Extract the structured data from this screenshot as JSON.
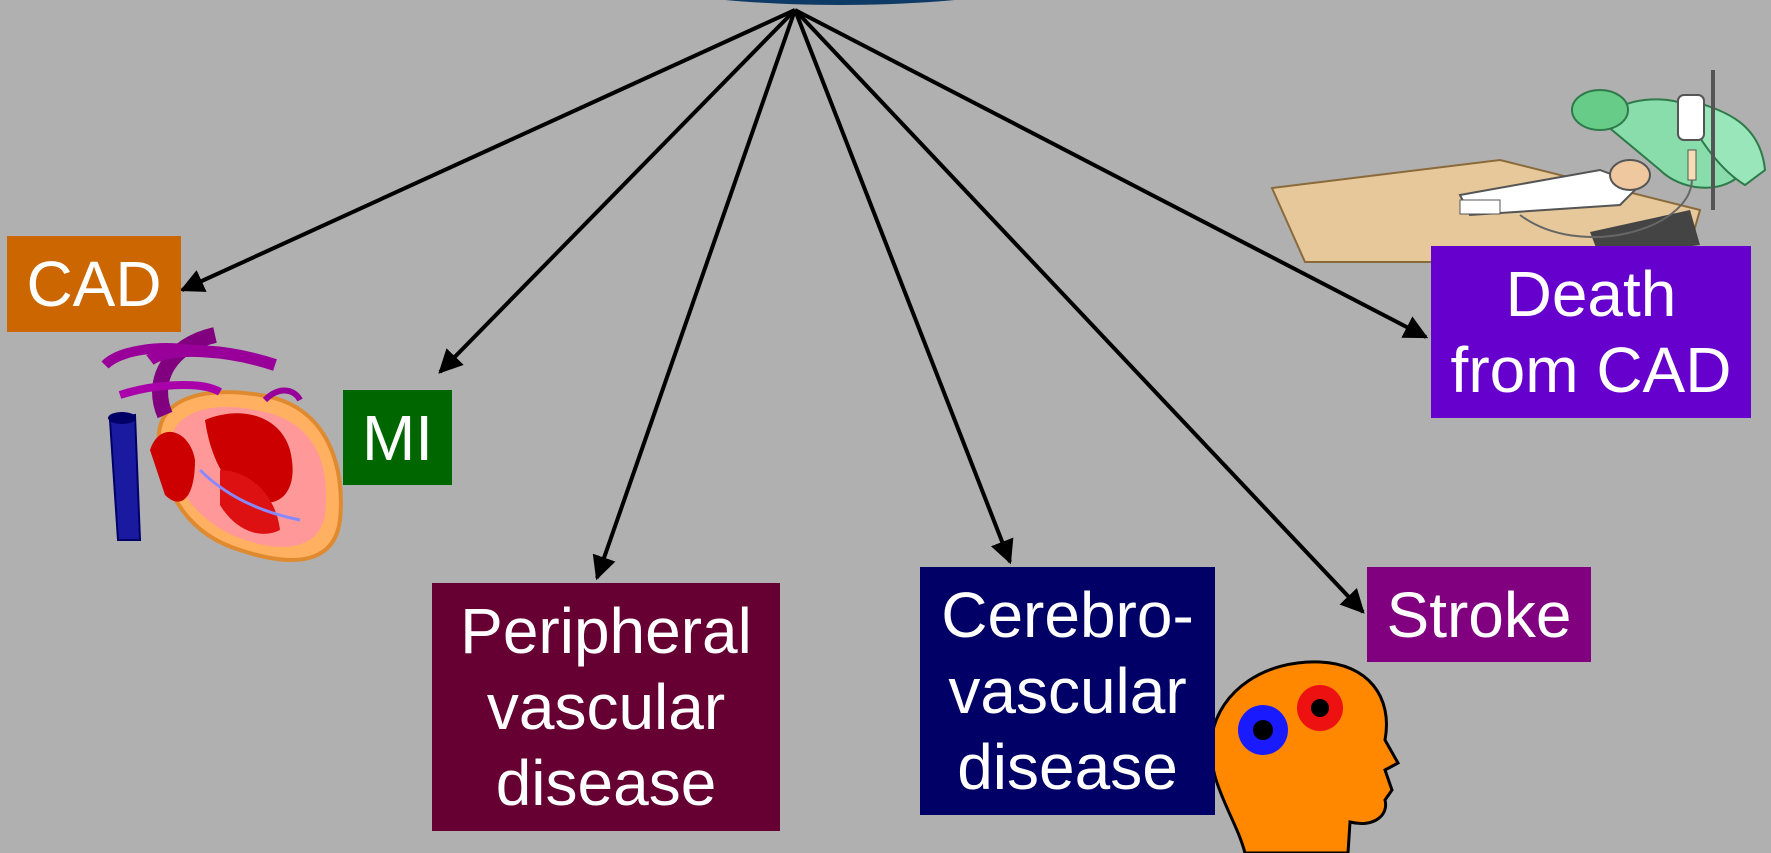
{
  "diagram": {
    "background": "#b0b0b0",
    "nodes": [
      {
        "id": "cad",
        "label": "CAD",
        "color": "#cc6600"
      },
      {
        "id": "mi",
        "label": "MI",
        "color": "#006600"
      },
      {
        "id": "pvd",
        "label": "Peripheral\nvascular\ndisease",
        "color": "#660033"
      },
      {
        "id": "cvd",
        "label": "Cerebro-\nvascular\ndisease",
        "color": "#000066"
      },
      {
        "id": "stroke",
        "label": "Stroke",
        "color": "#800080"
      },
      {
        "id": "death",
        "label": "Death\nfrom CAD",
        "color": "#6600cc"
      }
    ],
    "illustrations": [
      "heart-illustration",
      "head-gears-illustration",
      "hospital-bed-illustration"
    ]
  }
}
